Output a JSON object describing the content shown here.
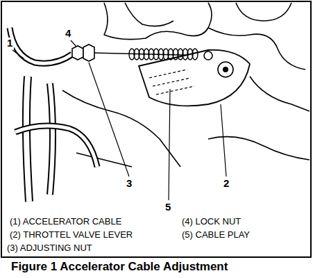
{
  "diagram": {
    "caption": "Figure 1 Accelerator Cable Adjustment",
    "labels": [
      "1",
      "4",
      "3",
      "5",
      "2",
      "(1) ACCELERATOR CABLE",
      "(4) LOCK NUT",
      "(2) THROTTEL VALVE LEVER",
      "(5) CABLE PLAY",
      "(3) ADJUSTING NUT"
    ]
  }
}
